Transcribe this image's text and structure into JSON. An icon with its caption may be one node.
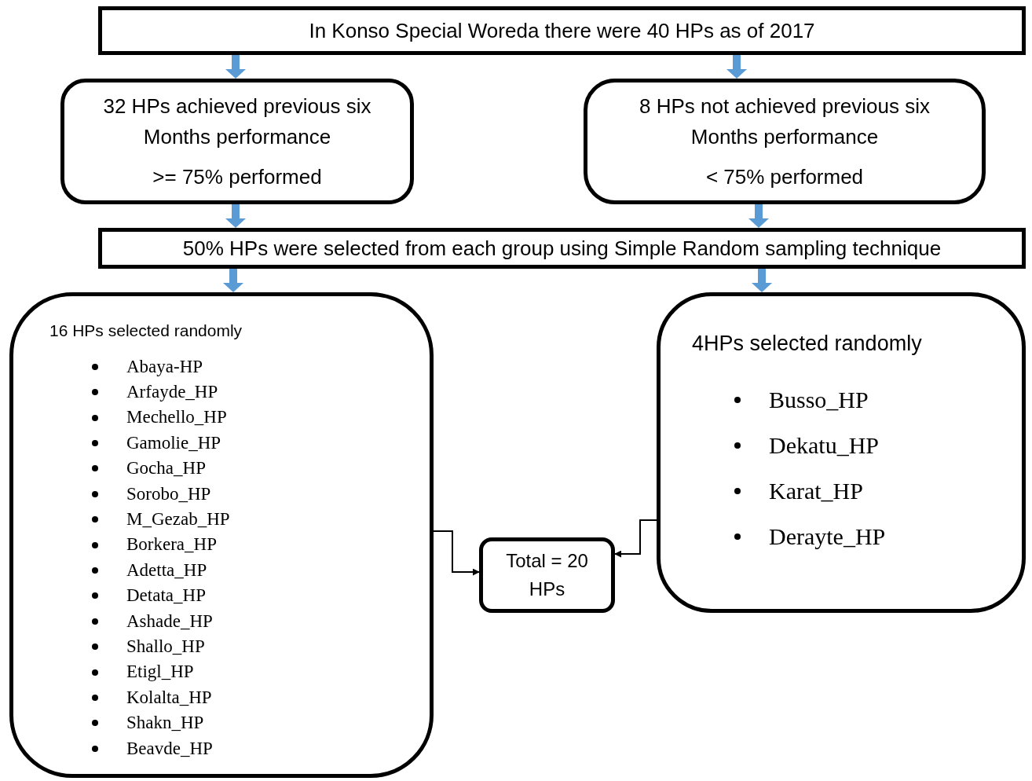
{
  "diagram": {
    "nodes": [
      {
        "text": [
          "In Konso Special Woreda there were 40 HPs as of 2017"
        ]
      },
      {
        "text": [
          "32 HPs achieved previous six Months performance",
          ">= 75% performed"
        ]
      },
      {
        "text": [
          "8 HPs not achieved previous six Months performance",
          "< 75% performed"
        ]
      },
      {
        "text": [
          "50% HPs were selected from each group using Simple Random sampling technique"
        ]
      },
      {
        "text": [
          "16 HPs selected randomly",
          "Abaya-HP",
          "Arfayde_HP",
          "Mechello_HP",
          "Gamolie_HP",
          "Gocha_HP",
          "Sorobo_HP",
          "M_Gezab_HP",
          "Borkera_HP",
          "Adetta_HP",
          "Detata_HP",
          "Ashade_HP",
          "Shallo_HP",
          "Etigl_HP",
          "Kolalta_HP",
          "Shakn_HP",
          "Beavde_HP"
        ]
      },
      {
        "text": [
          "4HPs selected randomly",
          "Busso_HP",
          "Dekatu_HP",
          "Karat_HP",
          "Derayte_HP"
        ]
      },
      {
        "text": [
          "Total = 20 HPs"
        ]
      }
    ],
    "edges": [
      {
        "from": 0,
        "to": 1,
        "arrow": "to",
        "color": "#5b9bd5"
      },
      {
        "from": 0,
        "to": 2,
        "arrow": "to",
        "color": "#5b9bd5"
      },
      {
        "from": 1,
        "to": 3,
        "arrow": "to",
        "color": "#5b9bd5"
      },
      {
        "from": 2,
        "to": 3,
        "arrow": "to",
        "color": "#5b9bd5"
      },
      {
        "from": 3,
        "to": 4,
        "arrow": "to",
        "color": "#5b9bd5"
      },
      {
        "from": 3,
        "to": 5,
        "arrow": "to",
        "color": "#5b9bd5"
      },
      {
        "from": 4,
        "to": 6,
        "arrow": "to",
        "color": "#000000"
      },
      {
        "from": 5,
        "to": 6,
        "arrow": "to",
        "color": "#000000"
      }
    ]
  }
}
